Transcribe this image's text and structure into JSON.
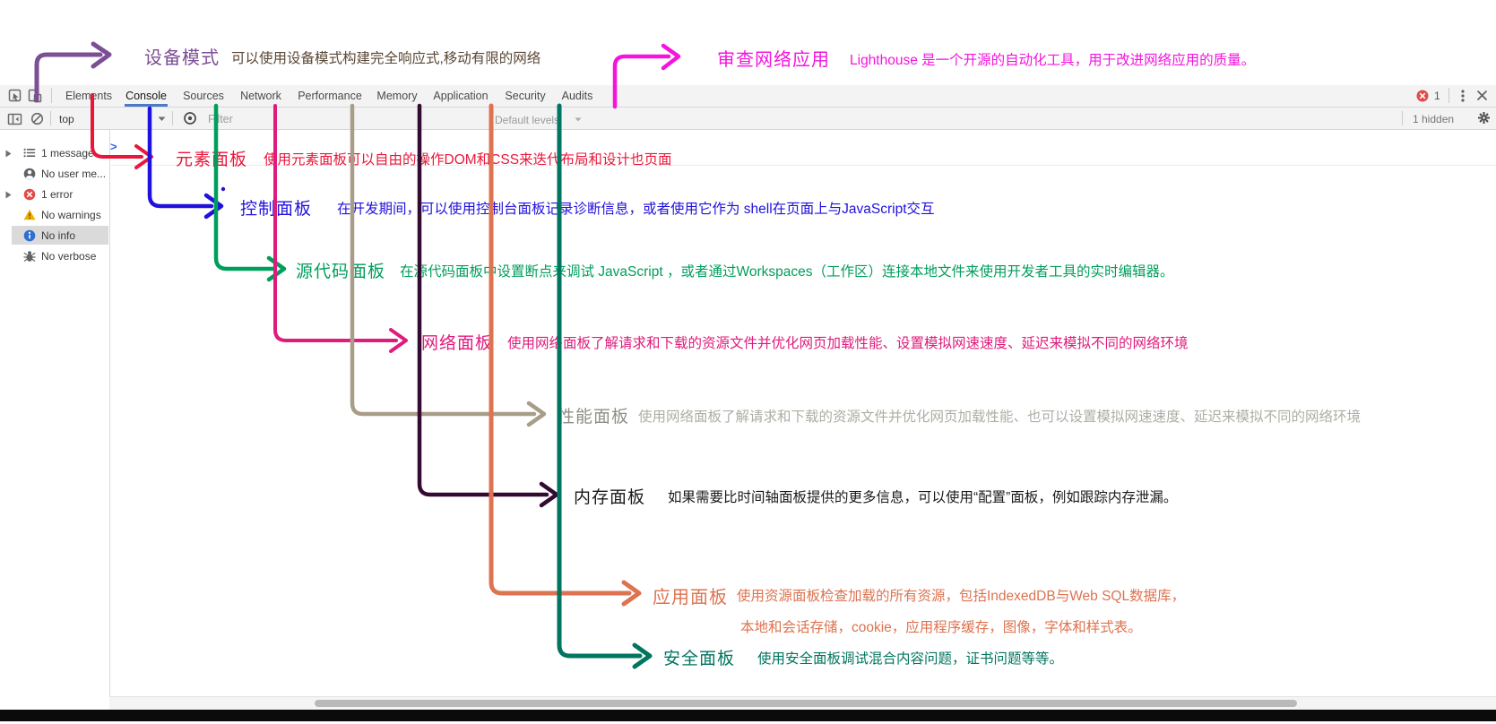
{
  "colors": {
    "purple": "#7b4e96",
    "magenta": "#f414dd",
    "red": "#e8173a",
    "blue": "#2011dd",
    "green": "#009e5c",
    "pink": "#df1b7c",
    "tan": "#a89d88",
    "plum": "#330b30",
    "orange": "#dd7350",
    "teal": "#00755f",
    "device_desc_text": "#5a4736",
    "memory_text": "#1a1a1a",
    "perf_title_text": "#8f8f87",
    "perf_desc_text": "#adada5",
    "active_tab_underline": "#4a7bc8",
    "error_red": "#e04b4b",
    "warning_yellow": "#f0ad00",
    "info_blue": "#2f6fd1",
    "prompt_blue": "#2f62e8"
  },
  "annotations": {
    "device_mode": {
      "title": "设备模式",
      "desc": "可以使用设备模式构建完全响应式,移动有限的网络"
    },
    "audits": {
      "title": "审查网络应用",
      "desc": "Lighthouse 是一个开源的自动化工具，用于改进网络应用的质量。"
    },
    "elements": {
      "title": "元素面板",
      "desc": "使用元素面板可以自由的操作DOM和CSS来迭代布局和设计也页面"
    },
    "console": {
      "title": "控制面板",
      "desc": "在开发期间，可以使用控制台面板记录诊断信息，或者使用它作为 shell在页面上与JavaScript交互"
    },
    "sources": {
      "title": "源代码面板",
      "desc": "在源代码面板中设置断点来调试 JavaScript ，或者通过Workspaces（工作区）连接本地文件来使用开发者工具的实时编辑器。"
    },
    "network": {
      "title": "网络面板",
      "desc": "使用网络面板了解请求和下载的资源文件并优化网页加载性能、设置模拟网速速度、延迟来模拟不同的网络环境"
    },
    "performance": {
      "title": "性能面板",
      "desc": "使用网络面板了解请求和下载的资源文件并优化网页加载性能、也可以设置模拟网速速度、延迟来模拟不同的网络环境"
    },
    "memory": {
      "title": "内存面板",
      "desc": "如果需要比时间轴面板提供的更多信息，可以使用“配置”面板，例如跟踪内存泄漏。"
    },
    "application": {
      "title": "应用面板",
      "desc_line1": "使用资源面板检查加载的所有资源，包括IndexedDB与Web SQL数据库，",
      "desc_line2": "本地和会话存储，cookie，应用程序缓存，图像，字体和样式表。"
    },
    "security": {
      "title": "安全面板",
      "desc": "使用安全面板调试混合内容问题，证书问题等等。"
    }
  },
  "devtools": {
    "tabs": [
      "Elements",
      "Console",
      "Sources",
      "Network",
      "Performance",
      "Memory",
      "Application",
      "Security",
      "Audits"
    ],
    "active_tab": "Console",
    "error_badge_count": "1",
    "console_toolbar": {
      "context_selector": "top",
      "filter_placeholder": "Filter",
      "levels_dropdown": "Default levels",
      "hidden_count": "1 hidden"
    },
    "sidebar_items": [
      {
        "label": "1 message"
      },
      {
        "label": "No user me..."
      },
      {
        "label": "1 error"
      },
      {
        "label": "No warnings"
      },
      {
        "label": "No info"
      },
      {
        "label": "No verbose"
      }
    ],
    "prompt": ">"
  }
}
